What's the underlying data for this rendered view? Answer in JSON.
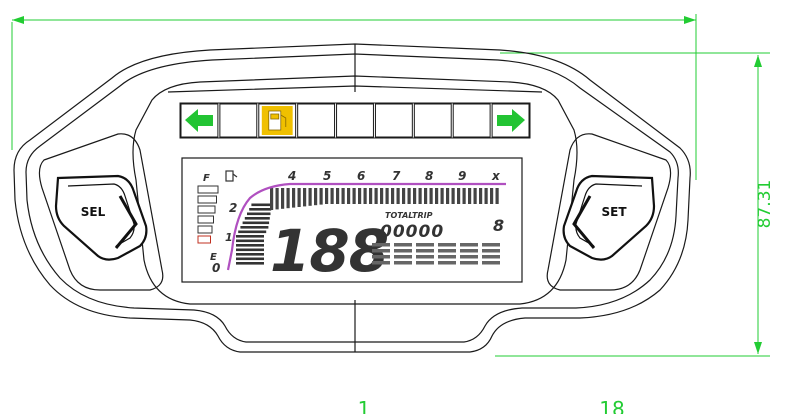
{
  "dimensions": {
    "height_label": "87.31",
    "bottom_left_label": "1",
    "bottom_right_label": "18"
  },
  "buttons": {
    "left_label": "SEL",
    "right_label": "SET"
  },
  "indicators": {
    "items": [
      "left-turn-arrow",
      "blank",
      "fuel-pump",
      "blank",
      "blank",
      "blank",
      "blank",
      "blank",
      "right-turn-arrow"
    ],
    "arrow_color": "#22c433",
    "fuel_color": "#f0c000"
  },
  "lcd": {
    "fuel_full_label": "F",
    "fuel_empty_label": "E",
    "rpm_scale": [
      "0",
      "1",
      "2",
      "4",
      "5",
      "6",
      "7",
      "8",
      "9",
      "x"
    ],
    "speed_digits": "188",
    "totaltrip_label": "TOTALTRIP",
    "odometer_digits": "00000",
    "gear_digit": "8",
    "rpm_line_color": "#b050c0"
  },
  "colors": {
    "dimension_lines": "#22cc33",
    "outline": "#1a1a1a"
  }
}
